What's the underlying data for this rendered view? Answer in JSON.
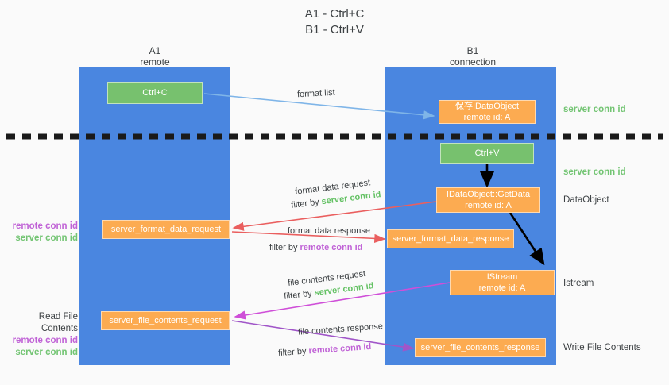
{
  "title": {
    "line1": "A1 - Ctrl+C",
    "line2": "B1 - Ctrl+V"
  },
  "lanes": [
    {
      "id": "a1",
      "name": "A1",
      "sub": "remote",
      "color": "#4a86e0"
    },
    {
      "id": "b1",
      "name": "B1",
      "sub": "connection",
      "color": "#4a86e0"
    }
  ],
  "nodes": {
    "ctrl_c": {
      "line1": "Ctrl+C",
      "line2": "",
      "color": "green"
    },
    "save_dataobj": {
      "line1": "保存IDataObject",
      "line2": "remote id: A",
      "color": "orange"
    },
    "ctrl_v": {
      "line1": "Ctrl+V",
      "line2": "",
      "color": "green"
    },
    "getdata": {
      "line1": "IDataObject::GetData",
      "line2": "remote id: A",
      "color": "orange"
    },
    "fmt_req": {
      "line1": "server_format_data_request",
      "line2": "",
      "color": "orange"
    },
    "fmt_resp": {
      "line1": "server_format_data_response",
      "line2": "",
      "color": "orange"
    },
    "istream": {
      "line1": "IStream",
      "line2": "remote id: A",
      "color": "orange"
    },
    "file_req": {
      "line1": "server_file_contents_request",
      "line2": "",
      "color": "orange"
    },
    "file_resp": {
      "line1": "server_file_contents_response",
      "line2": "",
      "color": "orange"
    }
  },
  "edge_labels": {
    "format_list": "format list",
    "fmt_req_l1": "format data request",
    "fmt_req_l2_pre": "filter by ",
    "fmt_req_l2_key": "server conn id",
    "fmt_resp_l1": "format data response",
    "fmt_resp_l2_pre": "filter by ",
    "fmt_resp_l2_key": "remote conn id",
    "file_req_l1": "file contents request",
    "file_req_l2_pre": "filter by ",
    "file_req_l2_key": "server conn id",
    "file_resp_l1": "file contents response",
    "file_resp_l2_pre": "filter by ",
    "file_resp_l2_key": "remote conn id"
  },
  "right_labels": {
    "server_conn_id_top": "server conn id",
    "server_conn_id_mid": "server conn id",
    "dataobject": "DataObject",
    "istream": "Istream",
    "write_file_contents": "Write File Contents"
  },
  "left_labels": {
    "remote_conn_id_1": "remote conn id",
    "server_conn_id_1": "server conn id",
    "read_file_contents": "Read File Contents",
    "remote_conn_id_2": "remote conn id",
    "server_conn_id_2": "server conn id"
  },
  "colors": {
    "lane": "#4a86e0",
    "green_node": "#77c16e",
    "orange_node": "#fcab51",
    "blue_arrow": "#7fb5e8",
    "red_arrow": "#ea5f5f",
    "magenta_arrow": "#cf4fd8",
    "purple_arrow": "#a055c8",
    "black_arrow": "#000000",
    "green_text": "#72c472",
    "purple_text": "#c062d6",
    "divider": "#1a1a1a"
  }
}
